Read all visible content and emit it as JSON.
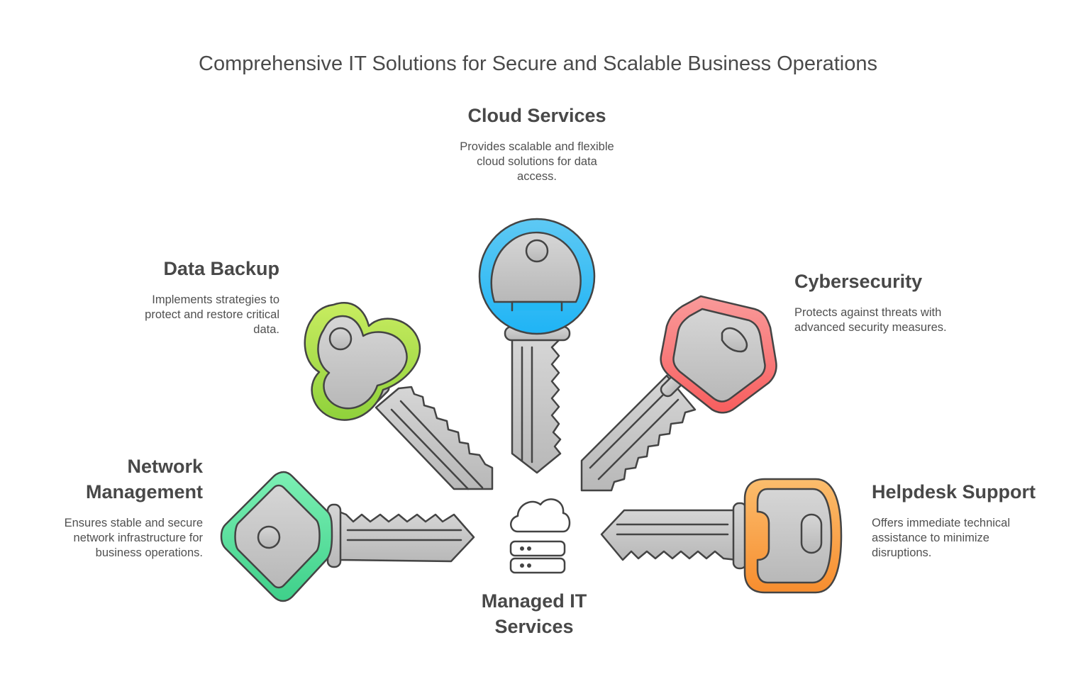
{
  "title": "Comprehensive IT Solutions for Secure and Scalable Business Operations",
  "center": {
    "label_line1": "Managed IT",
    "label_line2": "Services"
  },
  "items": [
    {
      "key": "cloud",
      "title": "Cloud Services",
      "desc_lines": [
        "Provides scalable and flexible",
        "cloud solutions for data",
        "access."
      ],
      "color": "#3cb9f0"
    },
    {
      "key": "backup",
      "title": "Data Backup",
      "desc_lines": [
        "Implements strategies to",
        "protect and restore critical",
        "data."
      ],
      "color": "#9fd639"
    },
    {
      "key": "cyber",
      "title": "Cybersecurity",
      "desc_lines": [
        "Protects against threats with",
        "advanced security measures."
      ],
      "color": "#f76a6a"
    },
    {
      "key": "network",
      "title_lines": [
        "Network",
        "Management"
      ],
      "desc_lines": [
        "Ensures stable and secure",
        "network infrastructure for",
        "business operations."
      ],
      "color": "#4fdc98"
    },
    {
      "key": "helpdesk",
      "title": "Helpdesk Support",
      "desc_lines": [
        "Offers immediate technical",
        "assistance to minimize",
        "disruptions."
      ],
      "color": "#f7a040"
    }
  ]
}
